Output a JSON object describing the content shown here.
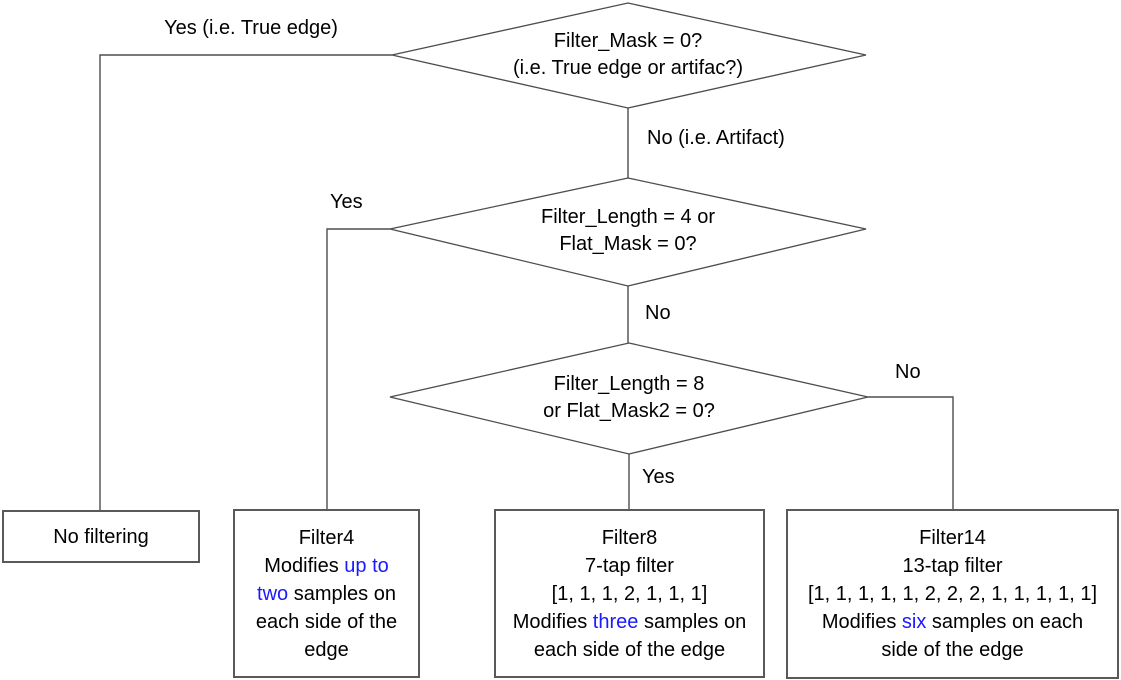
{
  "colors": {
    "line": "#4d4d4d",
    "box_border": "#595959",
    "text": "#000000",
    "highlight_blue": "#1a1aff",
    "background": "#ffffff"
  },
  "decisions": [
    {
      "id": "filter-mask",
      "line1": "Filter_Mask = 0?",
      "line2": "(i.e. True edge or artifac?)"
    },
    {
      "id": "filter-length-4",
      "line1": "Filter_Length = 4 or",
      "line2": "Flat_Mask = 0?"
    },
    {
      "id": "filter-length-8",
      "line1": "Filter_Length = 8",
      "line2": "or Flat_Mask2 = 0?"
    }
  ],
  "edge_labels": {
    "d1_yes": "Yes (i.e. True edge)",
    "d1_no": "No (i.e. Artifact)",
    "d2_yes": "Yes",
    "d2_no": "No",
    "d3_yes": "Yes",
    "d3_no": "No"
  },
  "outcomes": {
    "no_filtering": {
      "title": "No filtering"
    },
    "filter4": {
      "title": "Filter4",
      "l2_pre": "Modifies ",
      "l2_blue": "up to",
      "l3_blue": "two",
      "l3_post": " samples on",
      "l4": "each side of the",
      "l5": "edge"
    },
    "filter8": {
      "title": "Filter8",
      "l2": "7-tap filter",
      "l3": "[1, 1, 1, 2, 1, 1, 1]",
      "l4_pre": "Modifies ",
      "l4_blue": "three",
      "l4_post": " samples on",
      "l5": "each side of the edge"
    },
    "filter14": {
      "title": "Filter14",
      "l2": "13-tap filter",
      "l3": "[1, 1, 1, 1, 1, 2, 2, 2, 1, 1, 1, 1, 1]",
      "l4_pre": "Modifies ",
      "l4_blue": "six",
      "l4_post": " samples on each",
      "l5": "side of the edge"
    }
  }
}
